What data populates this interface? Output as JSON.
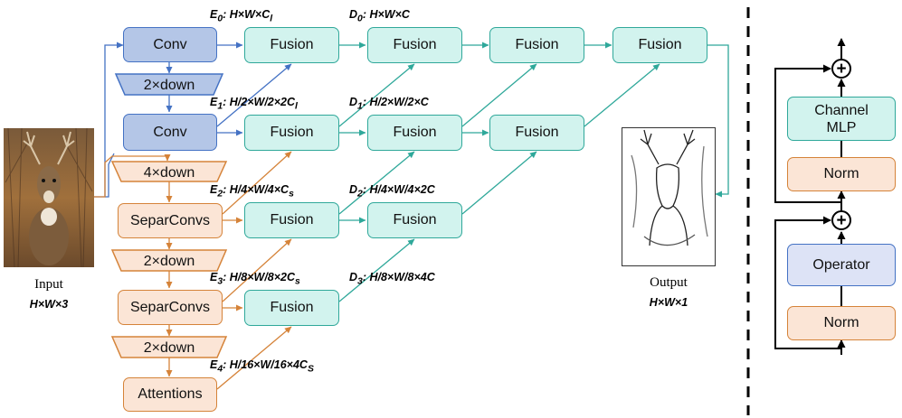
{
  "boxes": {
    "conv0": "Conv",
    "conv1": "Conv",
    "down2": "2×down",
    "down4": "4×down",
    "down2b": "2×down",
    "down2c": "2×down",
    "separ2": "SeparConvs",
    "separ3": "SeparConvs",
    "attn": "Attentions",
    "fusion": "Fusion"
  },
  "labels": {
    "e0": {
      "sym": "E",
      "sub": "0",
      "text": ": H×W×C",
      "tail": "l"
    },
    "d0": {
      "sym": "D",
      "sub": "0",
      "text": ": H×W×C"
    },
    "e1": {
      "sym": "E",
      "sub": "1",
      "text": ": H/2×W/2×2C",
      "tail": "l"
    },
    "d1": {
      "sym": "D",
      "sub": "1",
      "text": ": H/2×W/2×C"
    },
    "e2": {
      "sym": "E",
      "sub": "2",
      "text": ": H/4×W/4×C",
      "tail": "s"
    },
    "d2": {
      "sym": "D",
      "sub": "2",
      "text": ": H/4×W/4×2C"
    },
    "e3": {
      "sym": "E",
      "sub": "3",
      "text": ": H/8×W/8×2C",
      "tail": "s"
    },
    "d3": {
      "sym": "D",
      "sub": "3",
      "text": ": H/8×W/8×4C"
    },
    "e4": {
      "sym": "E",
      "sub": "4",
      "text": ": H/16×W/16×4C",
      "tail": "S"
    }
  },
  "input": {
    "caption": "Input",
    "shape": "H×W×3"
  },
  "output": {
    "caption": "Output",
    "shape": "H×W×1"
  },
  "block": {
    "channel_mlp_line1": "Channel",
    "channel_mlp_line2": "MLP",
    "norm_top": "Norm",
    "operator": "Operator",
    "norm_bottom": "Norm",
    "add_symbol": "+"
  },
  "colors": {
    "blue_fill": "#b4c6e7",
    "blue_edge": "#4472c4",
    "teal_fill": "#d2f3ee",
    "teal_edge": "#2fa89a",
    "orange_fill": "#fbe5d6",
    "orange_edge": "#d58339"
  }
}
